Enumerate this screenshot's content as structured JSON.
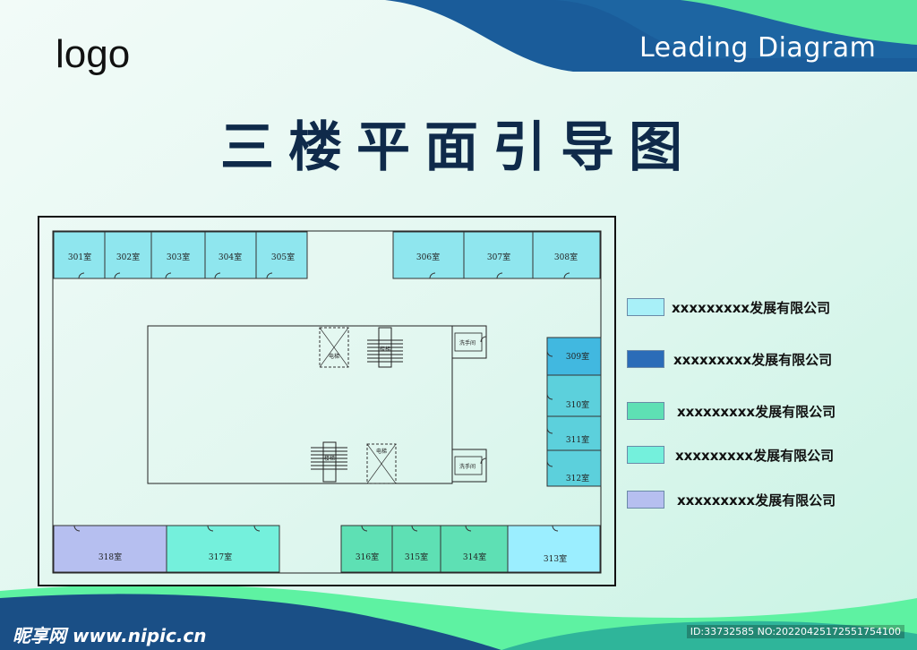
{
  "header": {
    "logo": "logo",
    "brand": "Leading Diagram",
    "title": "三楼平面引导图"
  },
  "rooms": {
    "r301": "301室",
    "r302": "302室",
    "r303": "303室",
    "r304": "304室",
    "r305": "305室",
    "r306": "306室",
    "r307": "307室",
    "r308": "308室",
    "r309": "309室",
    "r310": "310室",
    "r311": "311室",
    "r312": "312室",
    "r313": "313室",
    "r314": "314室",
    "r315": "315室",
    "r316": "316室",
    "r317": "317室",
    "r318": "318室",
    "restroom_top": "洗手间",
    "restroom_bottom": "洗手间",
    "elevator_top": "电梯",
    "elevator_bottom": "电梯",
    "stairs_top": "楼梯",
    "stairs_bottom": "楼梯"
  },
  "colors": {
    "light_cyan": "#8fe6ee",
    "blue": "#2b6cb8",
    "green": "#5ee0b4",
    "aqua": "#74f0dc",
    "lavender": "#b6bff0",
    "sky": "#9beeff",
    "teal_mid": "#41c1dc",
    "dark_navy": "#0f2a4a"
  },
  "legend": [
    {
      "text": "xxxxxxxxx发展有限公司",
      "color": "#a8f0f8"
    },
    {
      "text": "xxxxxxxxx发展有限公司",
      "color": "#2b6cb8"
    },
    {
      "text": "xxxxxxxxx发展有限公司",
      "color": "#5ee0b4"
    },
    {
      "text": "xxxxxxxxx发展有限公司",
      "color": "#74f0dc"
    },
    {
      "text": "xxxxxxxxx发展有限公司",
      "color": "#b6bff0"
    }
  ],
  "footer": {
    "watermark_left": "昵享网 www.nipic.cn",
    "watermark_right": "ID:33732585 NO:20220425172551754100"
  }
}
